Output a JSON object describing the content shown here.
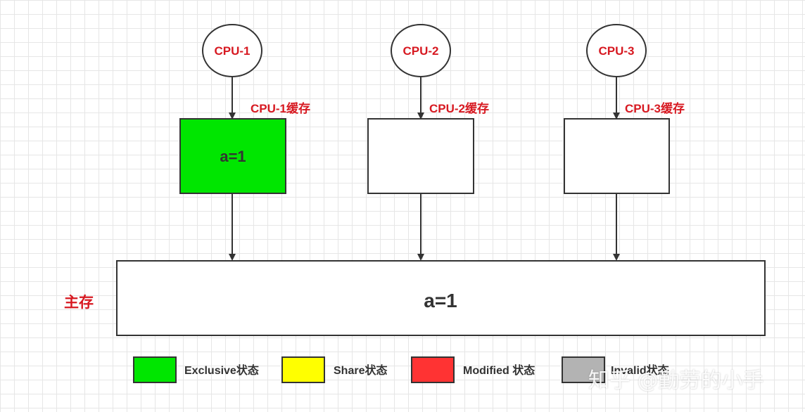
{
  "colors": {
    "exclusive": "#00e600",
    "share": "#ffff00",
    "modified": "#ff3333",
    "invalid": "#b3b3b3",
    "label_red": "#d71921",
    "stroke": "#333333"
  },
  "cpus": [
    {
      "label": "CPU-1",
      "cache_label": "CPU-1缓存",
      "cache_value": "a=1",
      "cache_state": "exclusive"
    },
    {
      "label": "CPU-2",
      "cache_label": "CPU-2缓存",
      "cache_value": "",
      "cache_state": "none"
    },
    {
      "label": "CPU-3",
      "cache_label": "CPU-3缓存",
      "cache_value": "",
      "cache_state": "none"
    }
  ],
  "main_memory": {
    "label": "主存",
    "value": "a=1"
  },
  "legend": [
    {
      "state": "exclusive",
      "label": "Exclusive状态"
    },
    {
      "state": "share",
      "label": "Share状态"
    },
    {
      "state": "modified",
      "label": "Modified 状态"
    },
    {
      "state": "invalid",
      "label": "Invalid状态"
    }
  ],
  "watermark": "知乎 @勤劳的小手"
}
